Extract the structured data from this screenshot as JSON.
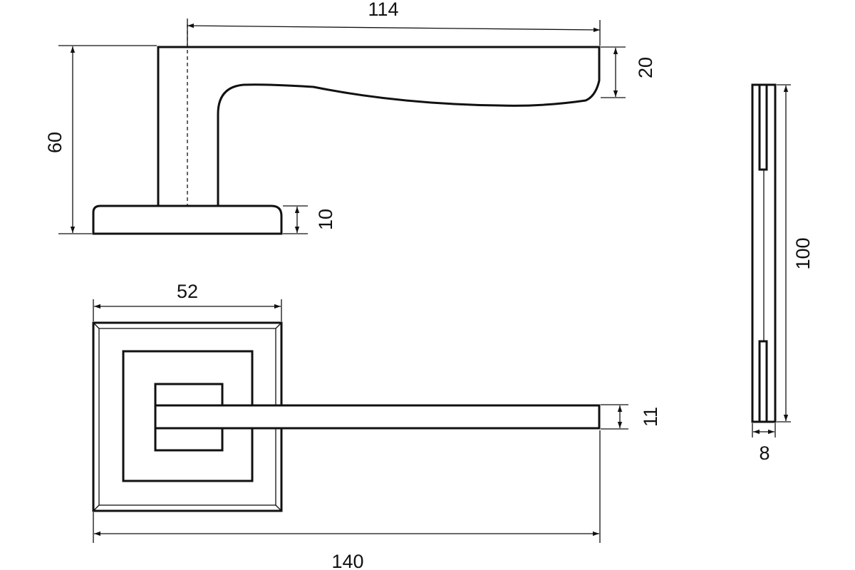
{
  "drawing": {
    "line_color": "#111111",
    "background": "#ffffff",
    "dimensions": {
      "lever_length": "114",
      "lever_tip_height": "20",
      "overall_height": "60",
      "rose_thickness": "10",
      "rose_width": "52",
      "lever_width": "11",
      "overall_length": "140",
      "rose_side_height": "100",
      "rose_side_depth": "8"
    }
  }
}
